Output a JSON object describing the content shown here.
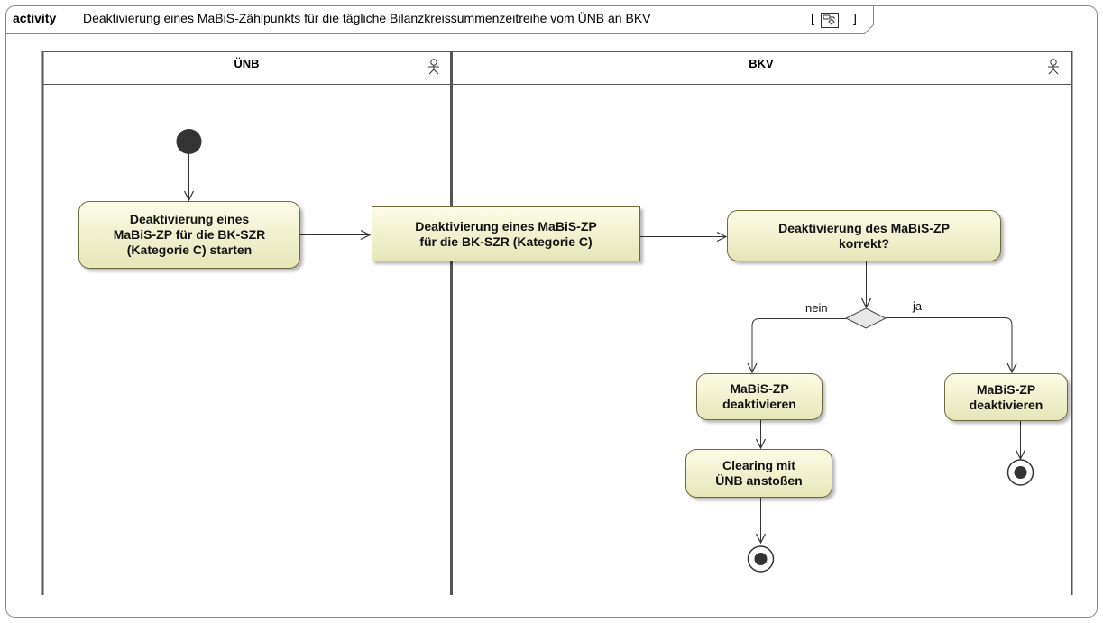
{
  "diagram": {
    "keyword": "activity",
    "title": "Deaktivierung eines MaBiS-Zählpunkts für die tägliche Bilanzkreissummenzeitreihe vom ÜNB an BKV",
    "bracket_open": "[",
    "bracket_close": "]",
    "frame_icon": "activity-diagram-icon",
    "colors": {
      "node_fill_top": "#fcfce6",
      "node_fill_bottom": "#e6e6b8",
      "node_border": "#6b6b3e",
      "line": "#333333"
    }
  },
  "lanes": [
    {
      "name": "ÜNB",
      "icon": "actor-icon"
    },
    {
      "name": "BKV",
      "icon": "actor-icon"
    }
  ],
  "nodes": {
    "start_action": "Deaktivierung eines\nMaBiS-ZP für die BK-SZR\n(Kategorie C) starten",
    "object_node": "Deaktivierung eines MaBiS-ZP\nfür die BK-SZR (Kategorie C)",
    "check_action": "Deaktivierung des MaBiS-ZP\nkorrekt?",
    "deactivate_left": "MaBiS-ZP\ndeaktivieren",
    "clearing": "Clearing mit\nÜNB anstoßen",
    "deactivate_right": "MaBiS-ZP\ndeaktivieren"
  },
  "guards": {
    "no": "nein",
    "yes": "ja"
  }
}
